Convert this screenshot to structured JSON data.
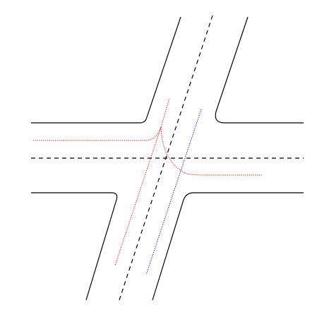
{
  "diagram": {
    "type": "road-intersection",
    "colors": {
      "background": "#ffffff",
      "road_edge": "#000000",
      "center_line": "#000000",
      "red_path": "#ff0000",
      "blue_path": "#0000ff"
    },
    "elements": [
      "road-edge-top-left",
      "road-edge-top-right",
      "road-edge-bottom-left",
      "road-edge-bottom-right",
      "center-line-horizontal",
      "center-line-diagonal",
      "red-trajectory-turn",
      "red-trajectory-straight",
      "blue-trajectory-straight"
    ]
  }
}
